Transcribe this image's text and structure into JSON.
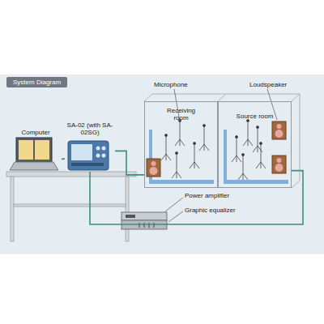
{
  "diagram": {
    "title": "System Diagram",
    "nodes": [
      {
        "text": [
          "Computer"
        ]
      },
      {
        "text": [
          "SA-02 (with SA-02SG)"
        ]
      },
      {
        "text": [
          "Receiving room"
        ]
      },
      {
        "text": [
          "Source room"
        ]
      }
    ],
    "edges": [
      {
        "from": 0,
        "to": 1,
        "arrow": "none"
      },
      {
        "from": 1,
        "to": 2,
        "arrow": "none"
      },
      {
        "from": 1,
        "to": 3,
        "arrow": "none"
      }
    ],
    "labels": [
      "Microphone",
      "Loudspeaker",
      "Power amplifier",
      "Graphic equalizer"
    ]
  }
}
